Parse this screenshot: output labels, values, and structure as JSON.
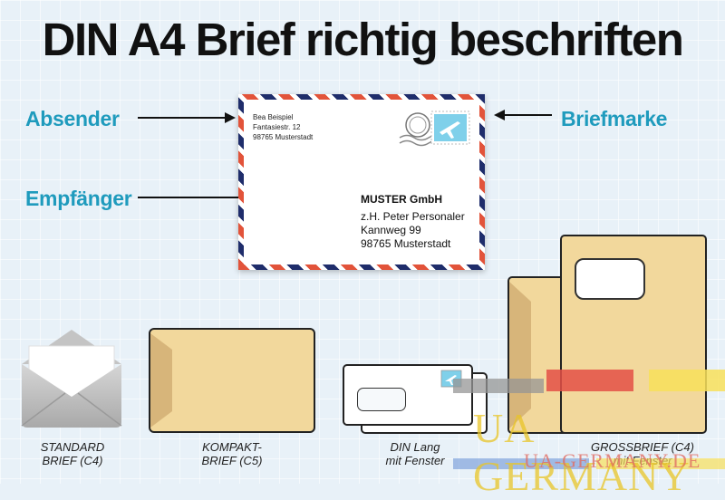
{
  "title": "DIN A4 Brief richtig beschriften",
  "labels": {
    "sender": "Absender",
    "stamp": "Briefmarke",
    "recipient": "Empfänger"
  },
  "envelope": {
    "sender_lines": [
      "Bea Beispiel",
      "Fantasiestr. 12",
      "98765 Musterstadt"
    ],
    "recipient_company": "MUSTER GmbH",
    "recipient_lines": [
      "z.H. Peter Personaler",
      "Kannweg 99",
      "98765 Musterstadt"
    ]
  },
  "envelope_types": [
    {
      "line1": "STANDARD",
      "line2": "BRIEF (C4)"
    },
    {
      "line1": "KOMPAKT-",
      "line2": "BRIEF (C5)"
    },
    {
      "line1": "DIN Lang",
      "line2": "mit Fenster"
    },
    {
      "line1": "GROSSBRIEF (C4)",
      "line2": "mit Fenster"
    }
  ],
  "watermark": {
    "brand": "UA GERMANY",
    "url": "UA-GERMANY.DE"
  },
  "colors": {
    "label_blue": "#1f9bbd",
    "airmail_red": "#e2533a",
    "airmail_navy": "#1f2d6b",
    "kraft": "#f2d89c"
  },
  "icons": [
    "stamp-airplane-icon",
    "postmark-icon",
    "open-envelope-icon",
    "arrow-right-icon",
    "arrow-left-icon"
  ]
}
